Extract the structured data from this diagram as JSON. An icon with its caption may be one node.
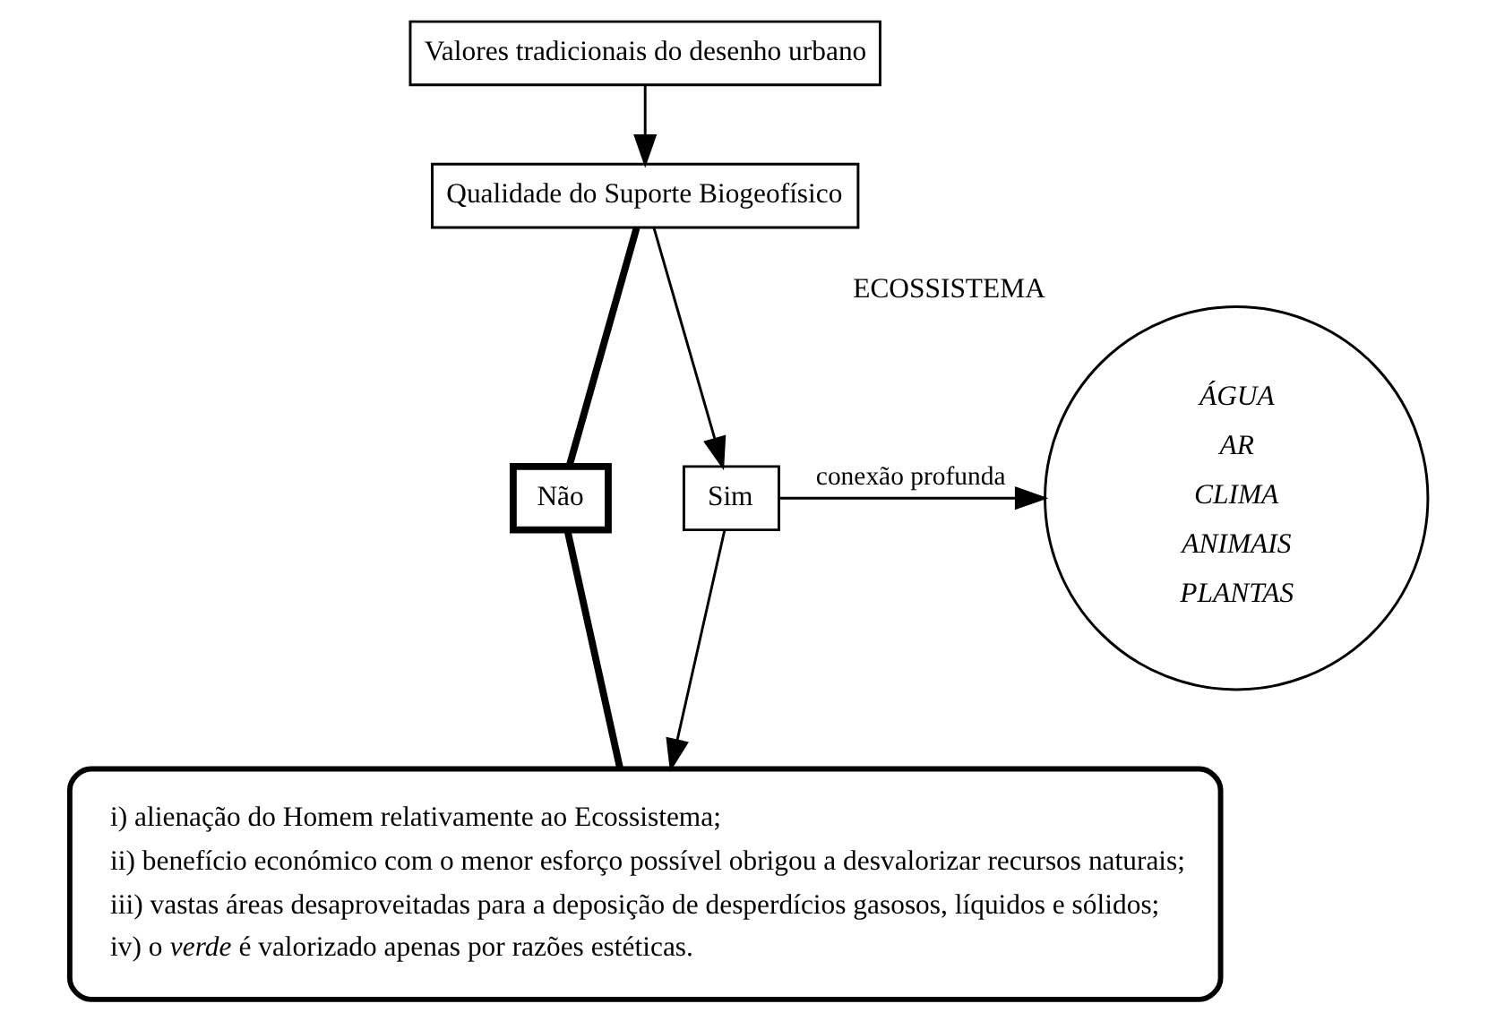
{
  "diagram": {
    "nodes": [
      {
        "text": [
          "Valores tradicionais do desenho urbano"
        ]
      },
      {
        "text": [
          "Qualidade do Suporte Biogeofísico"
        ]
      },
      {
        "text": [
          "Não"
        ]
      },
      {
        "text": [
          "Sim"
        ]
      },
      {
        "text": [
          "ECOSSISTEMA",
          "ÁGUA",
          "AR",
          "CLIMA",
          "ANIMAIS",
          "PLANTAS"
        ]
      },
      {
        "text": [
          "i) alienação do Homem relativamente ao Ecossistema;",
          "ii) benefício económico com o menor esforço possível obrigou a desvalorizar recursos naturais;",
          "iii) vastas áreas desaproveitadas para a deposição de desperdícios gasosos, líquidos e sólidos;",
          "iv) o *verde* é valorizado apenas por razões estéticas."
        ]
      }
    ],
    "edges": [
      {
        "from": 0,
        "to": 1,
        "arrow": "to"
      },
      {
        "from": 1,
        "to": 2,
        "arrow": "none",
        "style": "thick"
      },
      {
        "from": 1,
        "to": 3,
        "arrow": "to"
      },
      {
        "from": 3,
        "to": 4,
        "arrow": "to",
        "label": "conexão profunda"
      },
      {
        "from": 2,
        "to": 5,
        "arrow": "none",
        "style": "thick"
      },
      {
        "from": 3,
        "to": 5,
        "arrow": "to"
      }
    ]
  }
}
